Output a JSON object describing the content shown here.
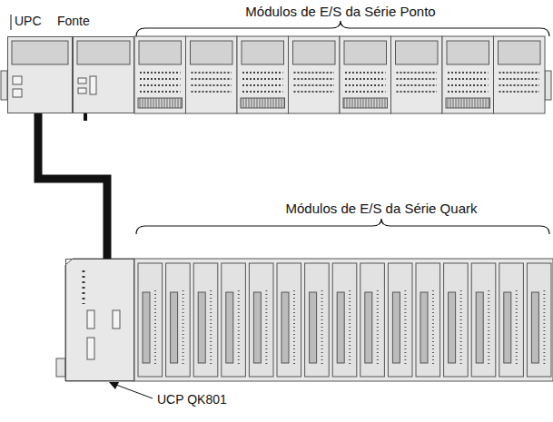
{
  "diagram": {
    "nodes": [
      {
        "text": [
          "UPC"
        ]
      },
      {
        "text": [
          "Fonte"
        ]
      },
      {
        "text": [
          "UCP QK801"
        ]
      }
    ],
    "edges": [
      {
        "from": 0,
        "to": 2,
        "arrow": "none"
      }
    ],
    "labels": [
      "Módulos de E/S da Série Ponto",
      "Módulos de E/S da Série Quark"
    ]
  }
}
